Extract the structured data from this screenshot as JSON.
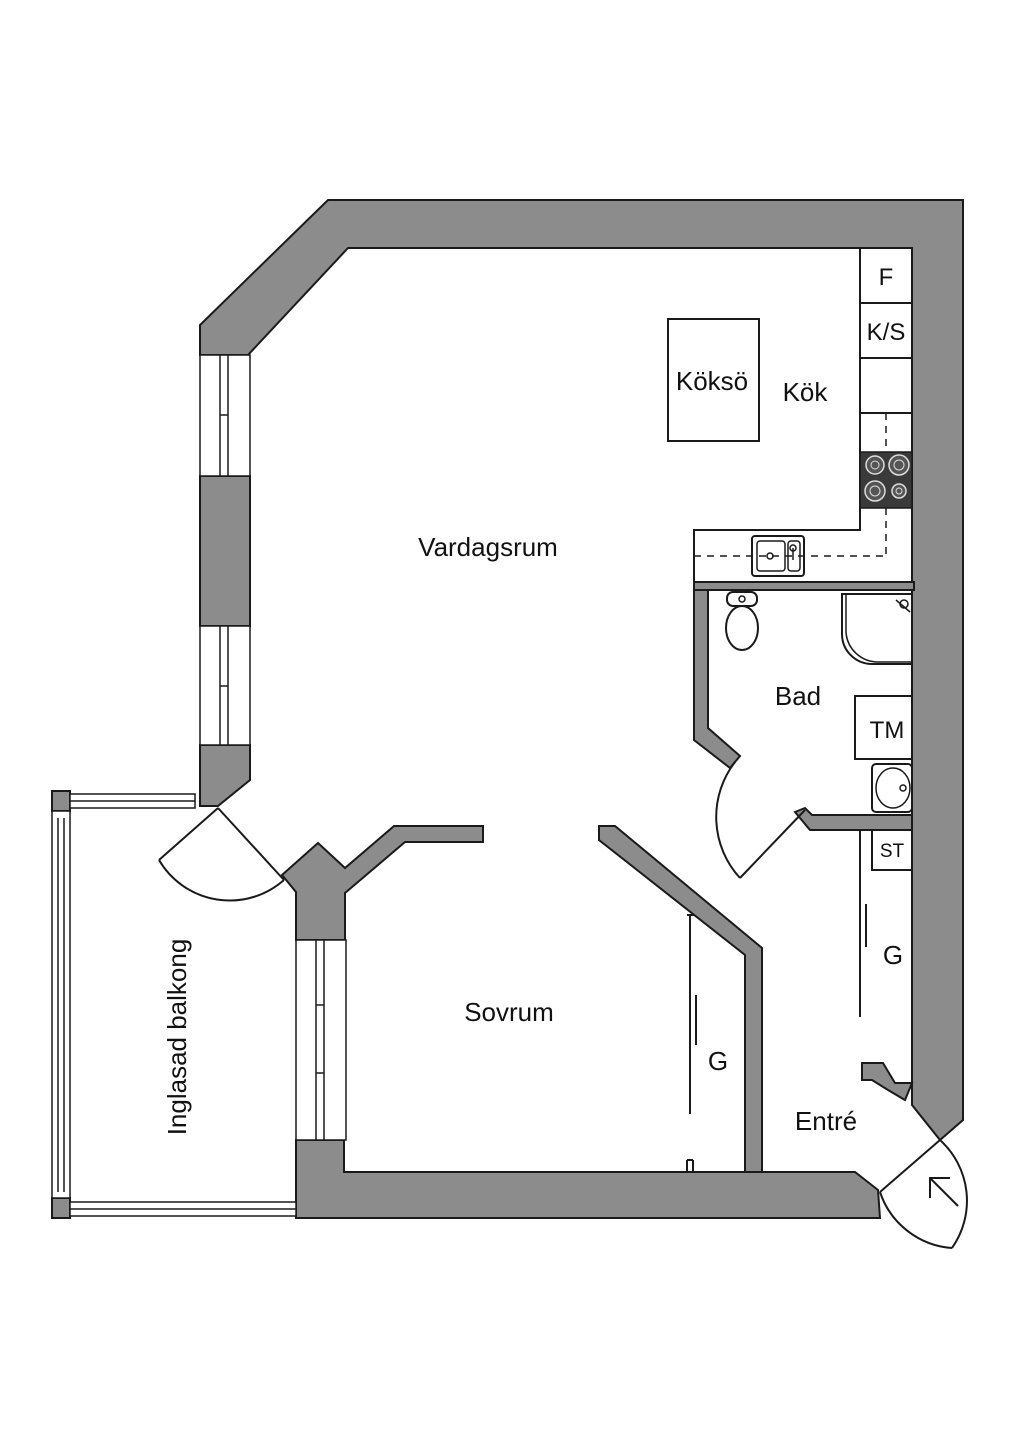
{
  "rooms": {
    "vardagsrum": "Vardagsrum",
    "kok": "Kök",
    "koksö": "Köksö",
    "bad": "Bad",
    "sovrum": "Sovrum",
    "entre": "Entré",
    "balkong": "Inglasad balkong"
  },
  "fixtures": {
    "fridge": "F",
    "freezer": "K/S",
    "washer": "TM",
    "storage": "ST",
    "wardrobe_hall": "G",
    "wardrobe_bedroom": "G"
  },
  "colors": {
    "wall": "#8c8c8c",
    "line": "#1a1a1a",
    "stove": "#3a3a3a"
  },
  "icons": {
    "entrance": "entrance-arrow-icon"
  }
}
